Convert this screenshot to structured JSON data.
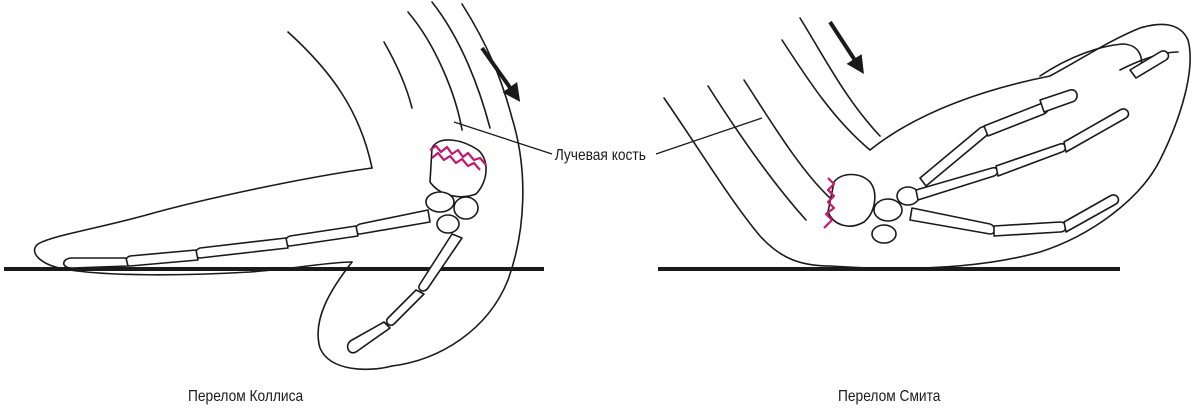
{
  "figures": [
    {
      "id": "colles",
      "caption": "Перелом Коллиса"
    },
    {
      "id": "smith",
      "caption": "Перелом Смита"
    }
  ],
  "callout": {
    "label": "Лучевая кость"
  },
  "colors": {
    "fracture": "#c2186e",
    "line": "#1a1a1a",
    "background": "#ffffff"
  },
  "icons": [
    "force-arrow-icon",
    "force-arrow-icon"
  ]
}
